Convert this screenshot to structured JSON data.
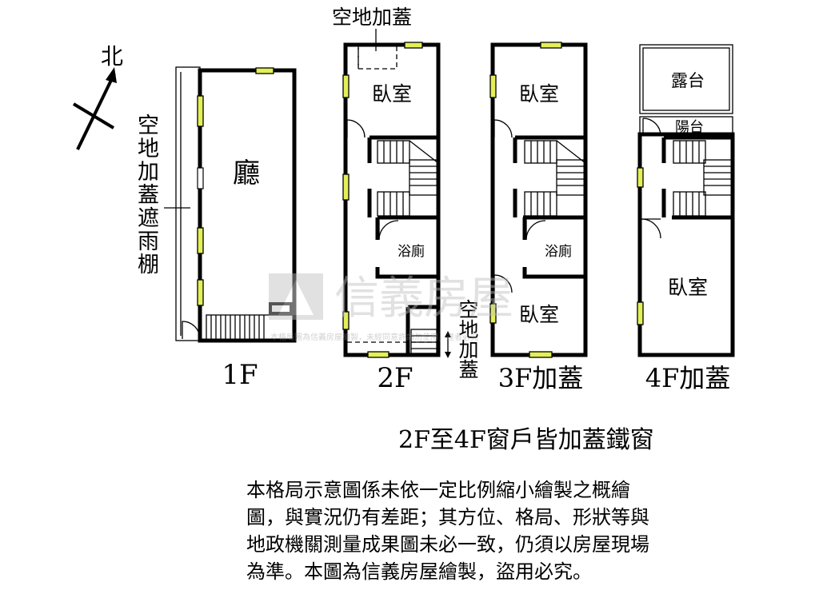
{
  "labels": {
    "north": "北",
    "addition_top": "空地加蓋",
    "canopy": "空地加蓋遮雨棚",
    "hall": "廳",
    "bedroom": "臥室",
    "bathroom": "浴廁",
    "addition_side": "空地加蓋",
    "terrace": "露台",
    "balcony": "陽台"
  },
  "floors": [
    "1F",
    "2F",
    "3F加蓋",
    "4F加蓋"
  ],
  "note": "2F至4F窗戶皆加蓋鐵窗",
  "disclaimer": "本格局示意圖係未依一定比例縮小繪製之概繪圖，與實況仍有差距；其方位、格局、形狀等與地政機關測量成果圖未必一致，仍須以房屋現場為準。本圖為信義房屋繪製，盜用必究。",
  "watermark": {
    "brand": "信義房屋",
    "caption": "本格局圖為信義房屋繪製，未經同意許請勿使用，違者必究"
  },
  "colors": {
    "window": "#e3ef56",
    "wall": "#000000",
    "watermark": "#bdbdbd"
  }
}
